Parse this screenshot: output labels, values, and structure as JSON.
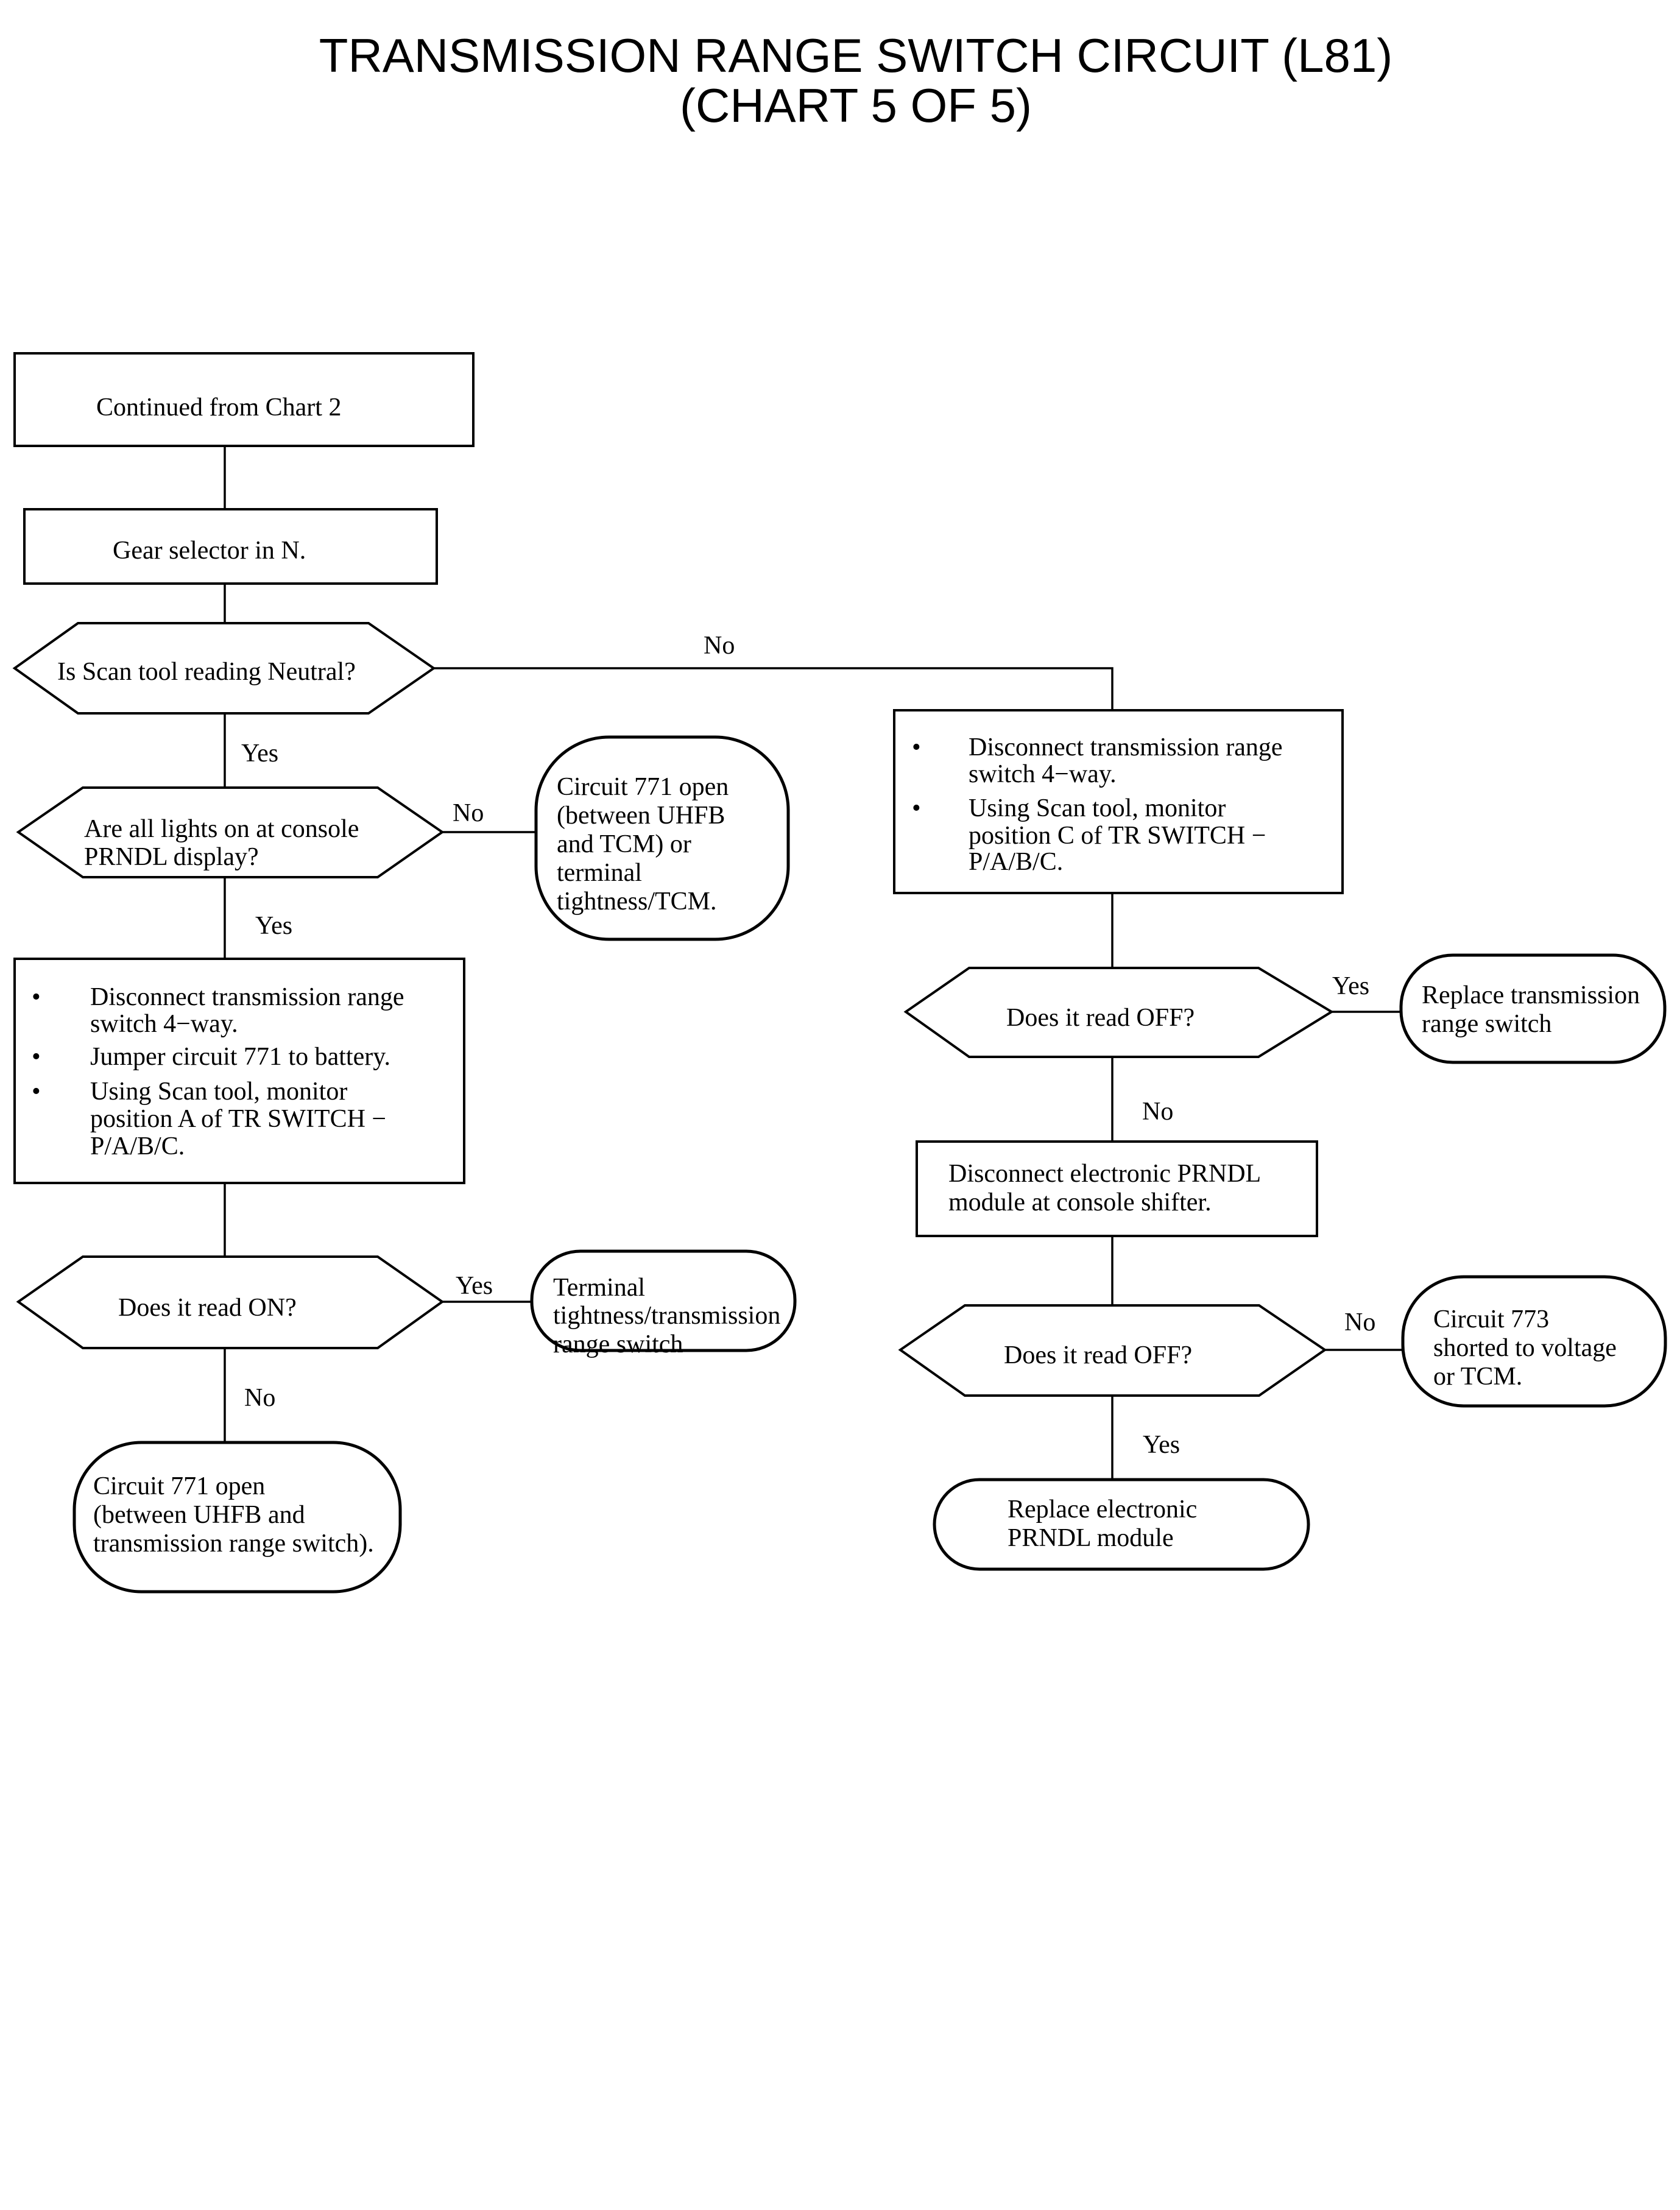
{
  "title": {
    "line1": "TRANSMISSION RANGE SWITCH CIRCUIT (L81)",
    "line2": "(CHART 5 OF 5)"
  },
  "nodes": {
    "start": {
      "lines": [
        "Continued from Chart 2"
      ]
    },
    "gear": {
      "lines": [
        "Gear selector in N."
      ]
    },
    "q_neutral": {
      "lines": [
        "Is Scan tool reading Neutral?"
      ]
    },
    "q_lights": {
      "lines": [
        "Are all lights on at console",
        "PRNDL display?"
      ]
    },
    "r_771_tcm": {
      "lines": [
        "Circuit 771 open",
        "(between UHFB",
        "and TCM) or",
        "terminal",
        "tightness/TCM."
      ]
    },
    "step_a": {
      "items": [
        [
          "Disconnect transmission range",
          "switch 4−way."
        ],
        [
          "Jumper circuit 771 to battery."
        ],
        [
          "Using Scan tool, monitor",
          "position A of TR SWITCH −",
          "P/A/B/C."
        ]
      ]
    },
    "q_on": {
      "lines": [
        "Does it read ON?"
      ]
    },
    "r_terminal": {
      "lines": [
        "Terminal",
        "tightness/transmission",
        "range switch"
      ]
    },
    "r_771_trs": {
      "lines": [
        "Circuit 771 open",
        "(between UHFB and",
        "transmission range switch)."
      ]
    },
    "step_c": {
      "items": [
        [
          "Disconnect transmission range",
          "switch 4−way."
        ],
        [
          "Using Scan tool, monitor",
          "position C of TR SWITCH −",
          "P/A/B/C."
        ]
      ]
    },
    "q_off1": {
      "lines": [
        "Does it read OFF?"
      ]
    },
    "r_replace_trs": {
      "lines": [
        "Replace transmission",
        "range switch"
      ]
    },
    "step_prndl": {
      "lines": [
        "Disconnect electronic PRNDL",
        "module at console shifter."
      ]
    },
    "q_off2": {
      "lines": [
        "Does it read OFF?"
      ]
    },
    "r_773": {
      "lines": [
        "Circuit 773",
        "shorted to voltage",
        "or TCM."
      ]
    },
    "r_replace_prndl": {
      "lines": [
        "Replace electronic",
        "PRNDL module"
      ]
    }
  },
  "edge_labels": {
    "neutral_no": "No",
    "neutral_yes": "Yes",
    "lights_no": "No",
    "lights_yes": "Yes",
    "on_yes": "Yes",
    "on_no": "No",
    "off1_yes": "Yes",
    "off1_no": "No",
    "off2_no": "No",
    "off2_yes": "Yes"
  },
  "bullet_glyph": "•"
}
